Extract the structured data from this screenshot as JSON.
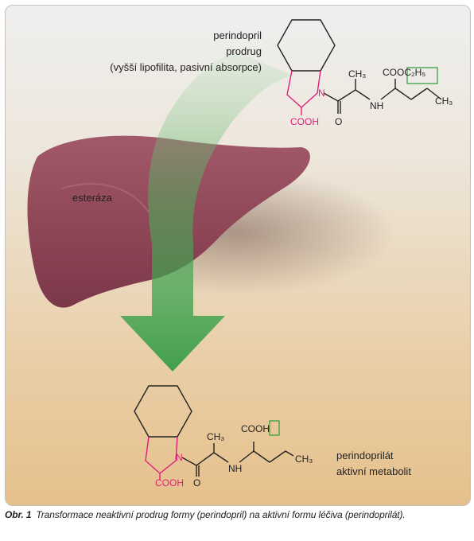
{
  "prodrug": {
    "name": "perindopril",
    "type": "prodrug",
    "note": "(vyšší lipofilita, pasivní absorpce)",
    "groups": {
      "ch3_top": "CH₃",
      "cooc2h5": "COOC₂H₅",
      "ch3_chain": "CH₃",
      "nh": "NH",
      "n": "N",
      "o": "O",
      "cooh": "COOH"
    }
  },
  "liver": {
    "label": "esteráza"
  },
  "metabolite": {
    "name": "perindoprilát",
    "type": "aktivní metabolit",
    "groups": {
      "ch3_top": "CH₃",
      "cooh_top": "COOH",
      "ch3_chain": "CH₃",
      "nh": "NH",
      "n": "N",
      "o": "O",
      "cooh": "COOH"
    }
  },
  "caption": {
    "label": "Obr. 1",
    "text": "Transformace neaktivní prodrug formy (perindopril) na aktivní formu léčiva (perindoprilát)."
  },
  "colors": {
    "highlight_ring": "#e0207a",
    "highlight_box": "#2e9a3a",
    "arrow_green": "#3a9a45",
    "liver": "#9a4f60"
  }
}
